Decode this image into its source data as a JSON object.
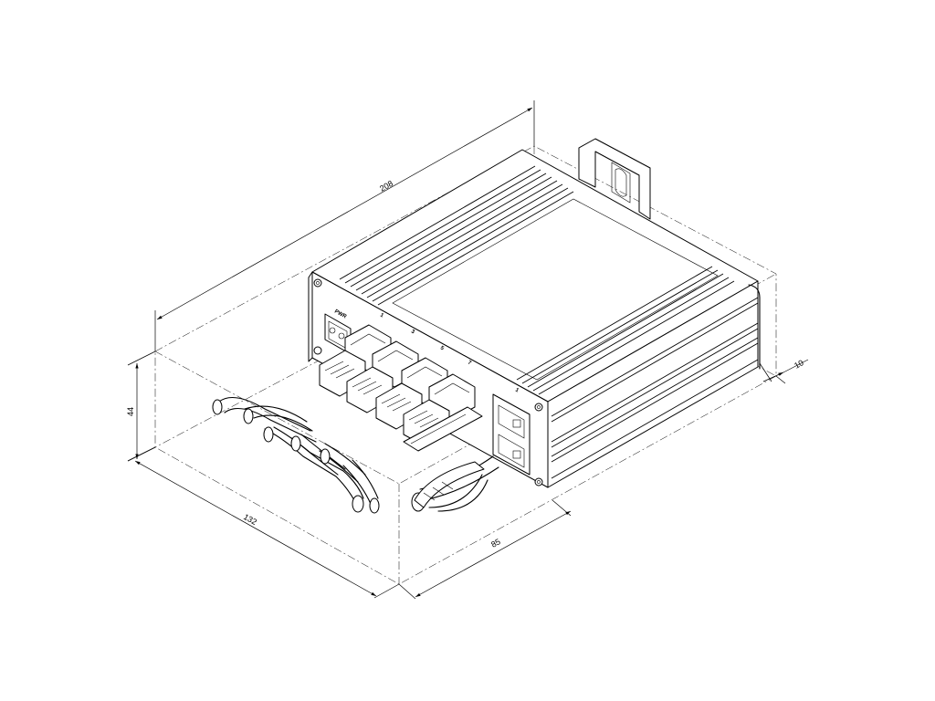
{
  "dimensions": {
    "length": "208",
    "height": "44",
    "depth": "132",
    "width": "85",
    "rail_offset": "10"
  },
  "panel": {
    "power_label": "PWR",
    "port_labels": [
      "1",
      "3",
      "5",
      "7",
      "1"
    ]
  }
}
